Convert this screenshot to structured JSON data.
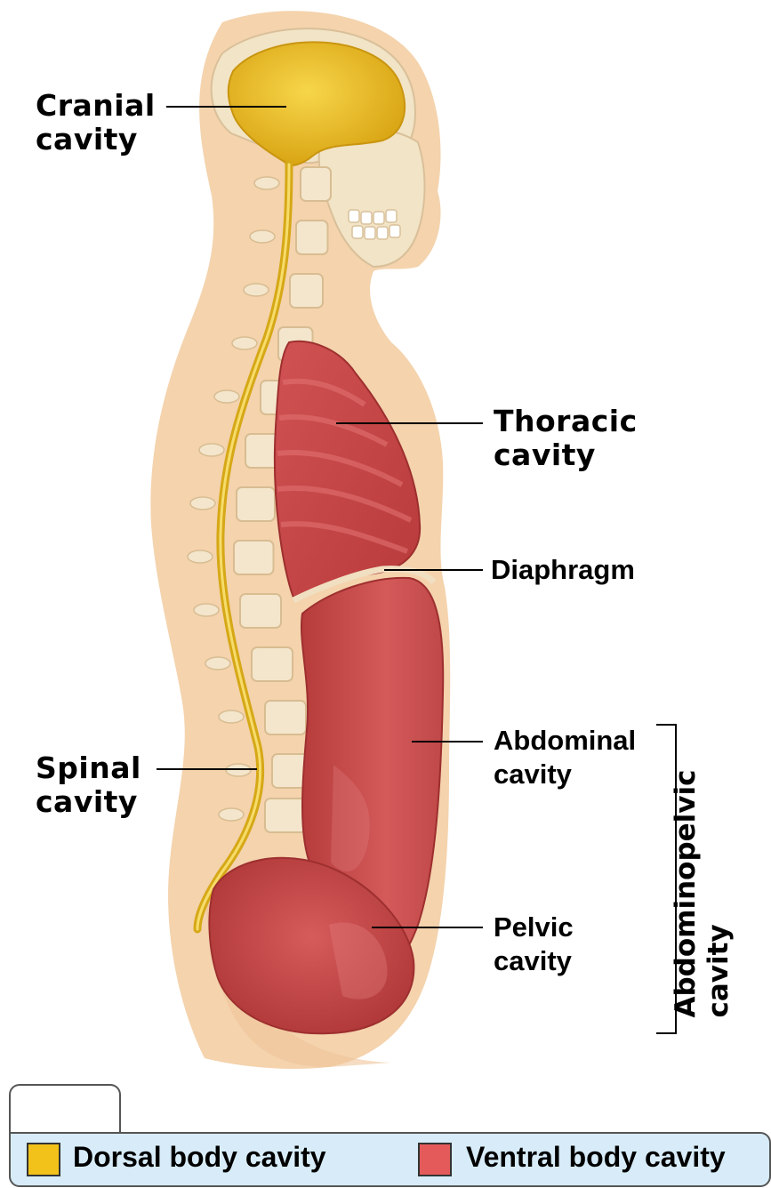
{
  "labels": {
    "cranial": [
      "Cranial",
      "cavity"
    ],
    "thoracic": [
      "Thoracic",
      "cavity"
    ],
    "diaphragm": "Diaphragm",
    "abdominal": [
      "Abdominal",
      "cavity"
    ],
    "spinal": [
      "Spinal",
      "cavity"
    ],
    "pelvic": [
      "Pelvic",
      "cavity"
    ],
    "abdominopelvic": [
      "Abdominopelvic",
      "cavity"
    ]
  },
  "legend": {
    "dorsal": {
      "label": "Dorsal body cavity",
      "color": "#f2c21a"
    },
    "ventral": {
      "label": "Ventral body cavity",
      "color": "#e45a5a"
    }
  },
  "colors": {
    "skin": "#f4d3ad",
    "cavity_dorsal": "#e8b820",
    "cavity_ventral": "#c64545",
    "bone": "#f4e6cc"
  }
}
